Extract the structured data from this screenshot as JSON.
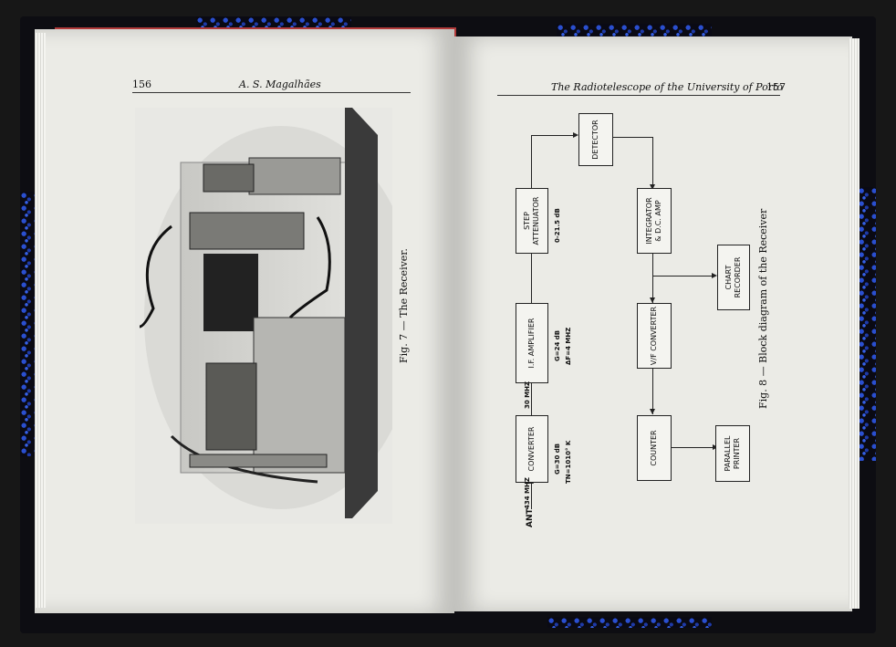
{
  "left_page": {
    "page_number": "156",
    "running_head": "A. S. Magalhães",
    "figure_caption": "Fig. 7 — The Receiver."
  },
  "right_page": {
    "page_number": "157",
    "running_head": "The Radiotelescope of the University of Porto",
    "figure_caption": "Fig. 8 — Block diagram of the Receiver",
    "diagram": {
      "ant_label": "ANT",
      "ant_freq": "434 MHZ",
      "if_freq": "30 MHZ",
      "blocks": {
        "converter": "CONVERTER",
        "if_amplifier": "I.F. AMPLIFIER",
        "step_attenuator": "STEP\nATTENUATOR",
        "detector": "DETECTOR",
        "integrator": "INTEGRATOR\n& D.C. AMP",
        "chart_recorder": "CHART\nRECORDER",
        "vf_converter": "V/F CONVERTER",
        "counter": "COUNTER",
        "parallel_printer": "PARALLEL\nPRINTER"
      },
      "specs": {
        "converter_gain": "G=30 dB",
        "converter_noise": "TN=1010° K",
        "if_gain": "G=24 dB",
        "if_bandwidth": "ΔF=4 MHZ",
        "attenuator_range": "0-21.5 dB"
      }
    }
  }
}
